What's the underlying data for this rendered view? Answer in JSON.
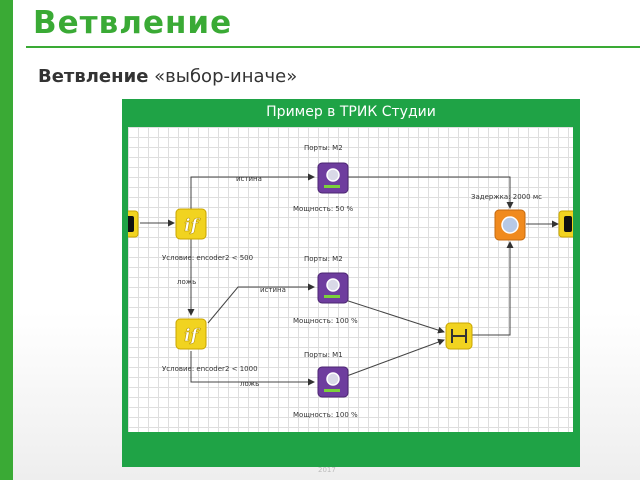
{
  "slide": {
    "title": "Ветвление",
    "subtitle_bold": "Ветвление",
    "subtitle_rest": " «выбор-иначе»",
    "footer": "2017"
  },
  "panel": {
    "title": "Пример в ТРИК Студии"
  },
  "diagram": {
    "if1": {
      "icon": "if",
      "condition": "Условие: encoder2 < 500"
    },
    "if2": {
      "icon": "if",
      "condition": "Условие: encoder2 < 1000"
    },
    "motor1": {
      "ports": "Порты: M2",
      "power": "Мощность: 50 %"
    },
    "motor2": {
      "ports": "Порты: M2",
      "power": "Мощность: 100 %"
    },
    "motor3": {
      "ports": "Порты: M1",
      "power": "Мощность: 100 %"
    },
    "delay": {
      "label": "Задержка: 2000 мс"
    },
    "edges": {
      "true1": "истина",
      "false1": "ложь",
      "true2": "истина",
      "false2": "ложь"
    },
    "colors": {
      "if_block": "#f1d320",
      "motor_block": "#6e3d9e",
      "delay_block": "#f08a1e",
      "join_block": "#f1d320",
      "panel": "#1fa346"
    }
  }
}
